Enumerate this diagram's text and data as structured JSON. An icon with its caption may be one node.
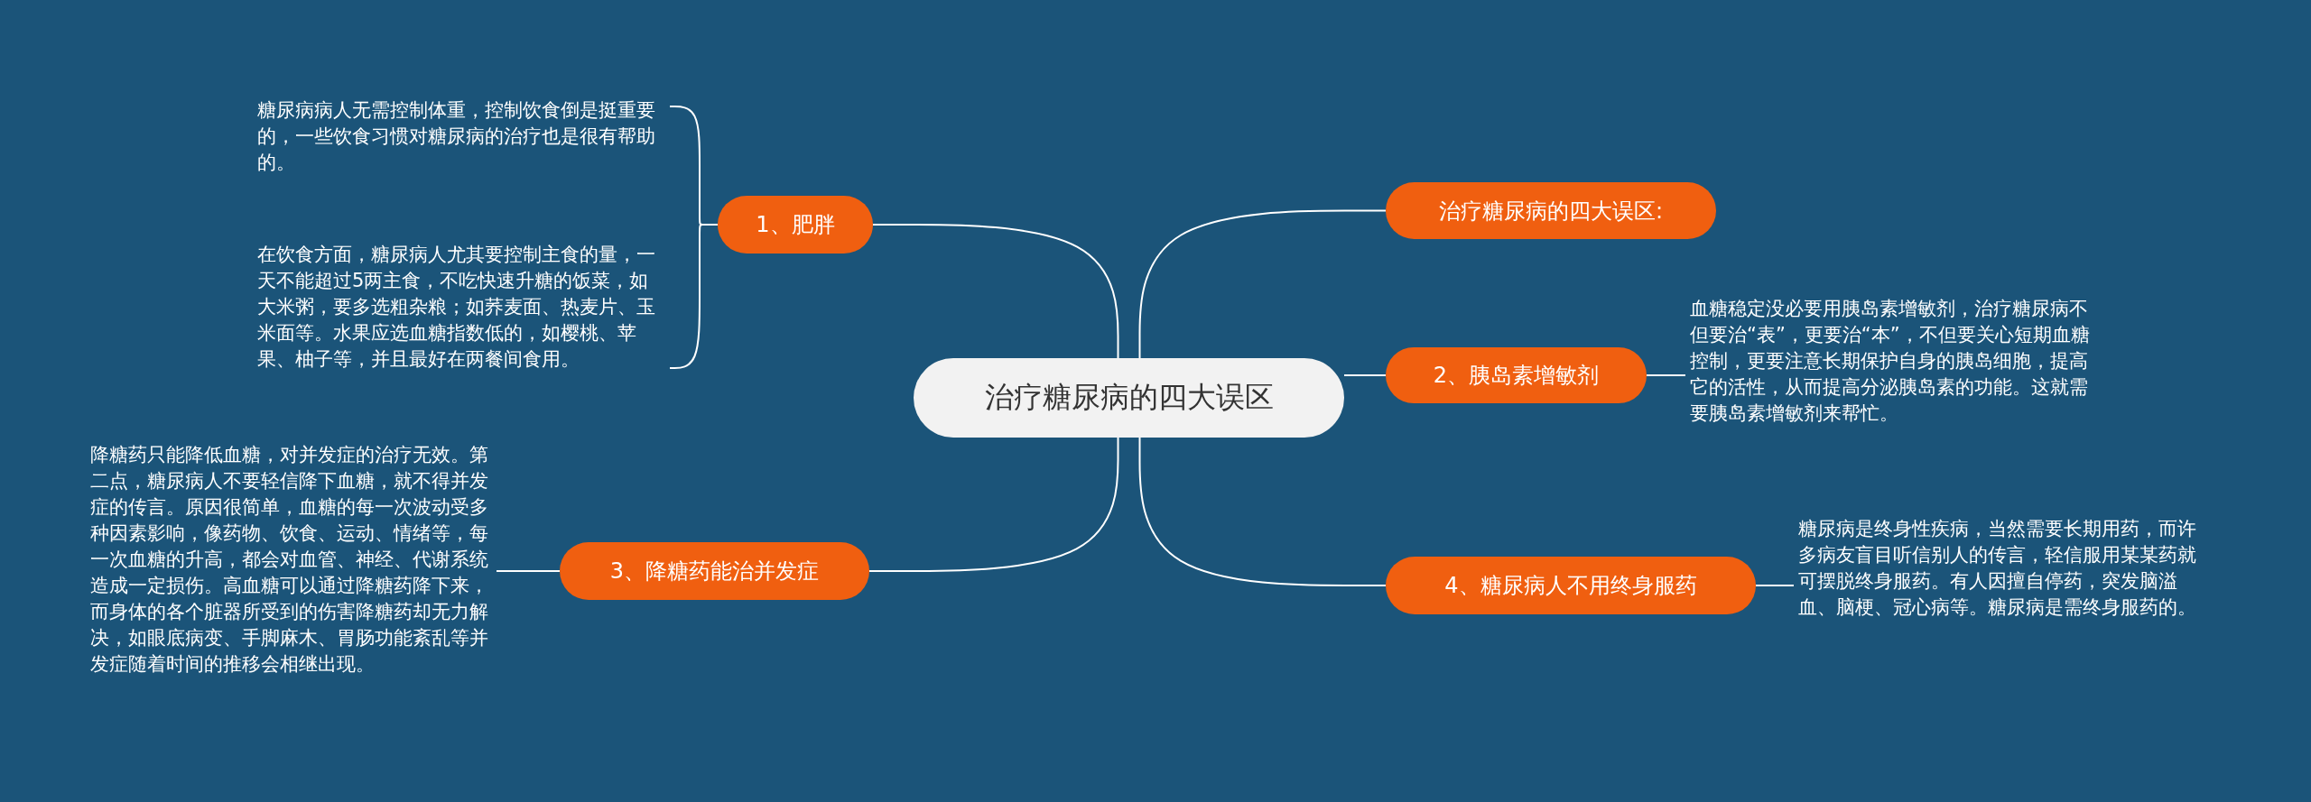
{
  "diagram": {
    "nodes": [
      {
        "text": [
          "治疗糖尿病的四大误区"
        ]
      },
      {
        "text": [
          "1、肥胖"
        ]
      },
      {
        "text": [
          "糖尿病病人无需控制体重，控制饮食倒是挺重要的，一些饮食习惯对糖尿病的治疗也是很有帮助的。"
        ]
      },
      {
        "text": [
          "在饮食方面，糖尿病人尤其要控制主食的量，一天不能超过5两主食，不吃快速升糖的饭菜，如大米粥，要多选粗杂粮；如荞麦面、热麦片、玉米面等。水果应选血糖指数低的，如樱桃、苹果、柚子等，并且最好在两餐间食用。"
        ]
      },
      {
        "text": [
          "治疗糖尿病的四大误区:"
        ]
      },
      {
        "text": [
          "2、胰岛素增敏剂"
        ]
      },
      {
        "text": [
          "血糖稳定没必要用胰岛素增敏剂，治疗糖尿病不但要治“表”，更要治“本”，不但要关心短期血糖控制，更要注意长期保护自身的胰岛细胞，提高它的活性，从而提高分泌胰岛素的功能。这就需要胰岛素增敏剂来帮忙。"
        ]
      },
      {
        "text": [
          "3、降糖药能治并发症"
        ]
      },
      {
        "text": [
          "降糖药只能降低血糖，对并发症的治疗无效。第二点，糖尿病人不要轻信降下血糖，就不得并发症的传言。原因很简单，血糖的每一次波动受多种因素影响，像药物、饮食、运动、情绪等，每一次血糖的升高，都会对血管、神经、代谢系统造成一定损伤。高血糖可以通过降糖药降下来，而身体的各个脏器所受到的伤害降糖药却无力解决，如眼底病变、手脚麻木、胃肠功能紊乱等并发症随着时间的推移会相继出现。"
        ]
      },
      {
        "text": [
          "4、糖尿病人不用终身服药"
        ]
      },
      {
        "text": [
          "糖尿病是终身性疾病，当然需要长期用药，而许多病友盲目听信别人的传言，轻信服用某某药就可摆脱终身服药。有人因擅自停药，突发脑溢血、脑梗、冠心病等。糖尿病是需终身服药的。"
        ]
      }
    ],
    "edges": [
      {
        "from": 0,
        "to": 1,
        "arrow": "none"
      },
      {
        "from": 1,
        "to": 2,
        "arrow": "none"
      },
      {
        "from": 1,
        "to": 3,
        "arrow": "none"
      },
      {
        "from": 0,
        "to": 4,
        "arrow": "none"
      },
      {
        "from": 0,
        "to": 5,
        "arrow": "none"
      },
      {
        "from": 5,
        "to": 6,
        "arrow": "none"
      },
      {
        "from": 0,
        "to": 7,
        "arrow": "none"
      },
      {
        "from": 7,
        "to": 8,
        "arrow": "none"
      },
      {
        "from": 0,
        "to": 9,
        "arrow": "none"
      },
      {
        "from": 9,
        "to": 10,
        "arrow": "none"
      }
    ]
  }
}
